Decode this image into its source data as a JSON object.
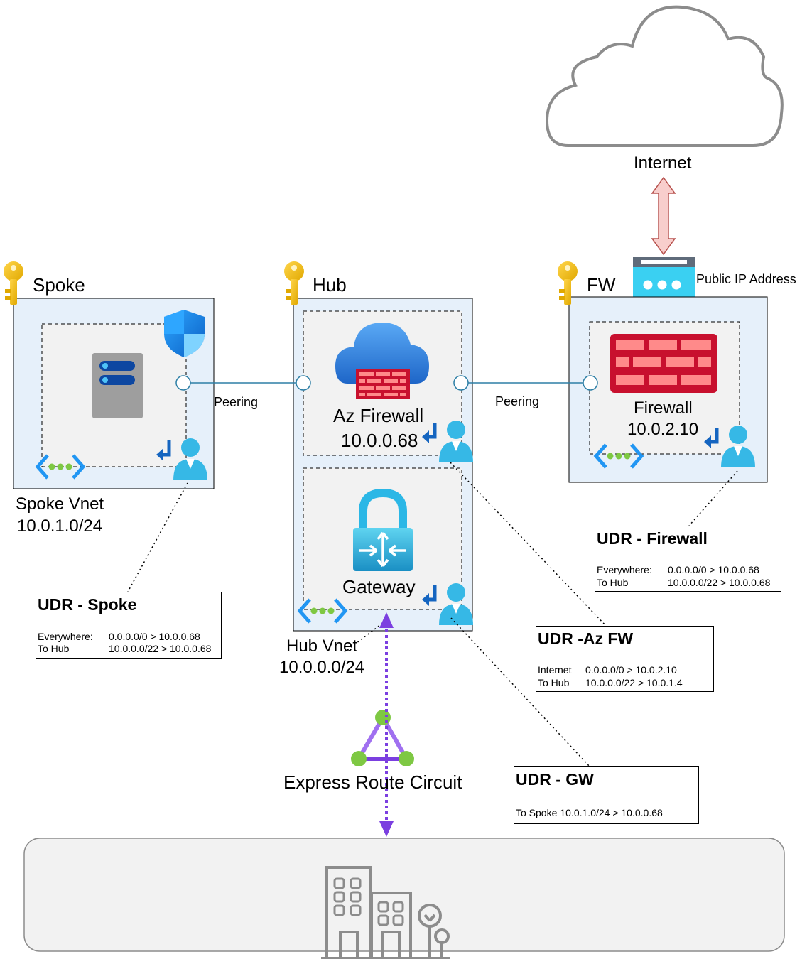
{
  "internet": {
    "label": "Internet"
  },
  "public_ip": {
    "label": "Public IP Address"
  },
  "spoke": {
    "title": "Spoke",
    "vnet_name": "Spoke Vnet",
    "vnet_cidr": "10.0.1.0/24"
  },
  "hub": {
    "title": "Hub",
    "vnet_name": "Hub Vnet",
    "vnet_cidr": "10.0.0.0/24",
    "azfw_name": "Az Firewall",
    "azfw_ip": "10.0.0.68",
    "gateway_name": "Gateway"
  },
  "fw": {
    "title": "FW",
    "firewall_name": "Firewall",
    "firewall_ip": "10.0.2.10"
  },
  "peering": {
    "left": "Peering",
    "right": "Peering"
  },
  "express_route": {
    "label": "Express Route Circuit"
  },
  "udr_spoke": {
    "title": "UDR - Spoke",
    "rows": [
      {
        "name": "Everywhere:",
        "route": "0.0.0.0/0 > 10.0.0.68"
      },
      {
        "name": "To Hub",
        "route": "10.0.0.0/22 > 10.0.0.68"
      }
    ]
  },
  "udr_firewall": {
    "title": "UDR - Firewall",
    "rows": [
      {
        "name": "Everywhere:",
        "route": "0.0.0.0/0 > 10.0.0.68"
      },
      {
        "name": "To Hub",
        "route": "10.0.0.0/22 > 10.0.0.68"
      }
    ]
  },
  "udr_azfw": {
    "title": "UDR -Az FW",
    "rows": [
      {
        "name": "Internet",
        "route": "0.0.0.0/0 > 10.0.2.10"
      },
      {
        "name": "To Hub",
        "route": "10.0.0.0/22 > 10.0.1.4"
      }
    ]
  },
  "udr_gw": {
    "title": "UDR - GW",
    "rows": [
      {
        "name": "To Spoke",
        "route": "10.0.1.0/24 > 10.0.0.68"
      }
    ]
  },
  "colors": {
    "vnet_fill": "#e6f0fa",
    "peering_line": "#2d7fa6",
    "express_route": "#7b3fe0",
    "firewall_red": "#c8102e",
    "azure_blue": "#1e88e5"
  }
}
